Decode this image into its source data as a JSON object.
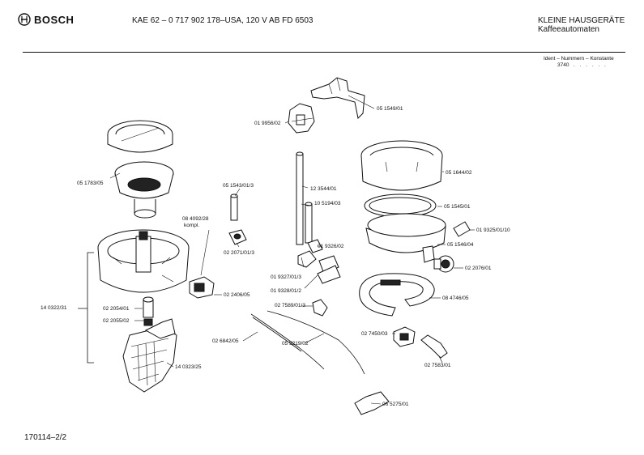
{
  "header": {
    "brand": "BOSCH",
    "model_line": "KAE 62 – 0 717 902 178–USA, 120 V AB FD 6503",
    "category": "KLEINE HAUSGERÄTE",
    "subcategory": "Kaffeeautomaten",
    "ident_label": "Ident – Nummern – Konstante",
    "ident_value": "3740"
  },
  "footer": {
    "page_id": "170114–2/2"
  },
  "labels": [
    {
      "id": "l01",
      "text": "05 1549/01"
    },
    {
      "id": "l02",
      "text": "01 9956/02"
    },
    {
      "id": "l03",
      "text": "05 1783/05"
    },
    {
      "id": "l04",
      "text": "05 1543/01/3"
    },
    {
      "id": "l05",
      "text": "12 3544/01"
    },
    {
      "id": "l06",
      "text": "10 5194/03"
    },
    {
      "id": "l07",
      "text": "05 1644/02"
    },
    {
      "id": "l08",
      "text": "05 1545/01"
    },
    {
      "id": "l09",
      "text": "01 9325/01/10"
    },
    {
      "id": "l10",
      "text": "05 1546/04"
    },
    {
      "id": "l11",
      "text": "08 4092/28"
    },
    {
      "id": "l12",
      "text": "kompl."
    },
    {
      "id": "l13",
      "text": "02 2071/01/3"
    },
    {
      "id": "l14",
      "text": "01 9326/02"
    },
    {
      "id": "l15",
      "text": "01 9327/01/3"
    },
    {
      "id": "l16",
      "text": "02 2076/01"
    },
    {
      "id": "l17",
      "text": "14 0322/31"
    },
    {
      "id": "l18",
      "text": "02 2406/05"
    },
    {
      "id": "l19",
      "text": "01 9328/01/2"
    },
    {
      "id": "l20",
      "text": "08 4746/05"
    },
    {
      "id": "l21",
      "text": "02 2054/01"
    },
    {
      "id": "l22",
      "text": "02 2055/02"
    },
    {
      "id": "l23",
      "text": "02 7589/01/3"
    },
    {
      "id": "l24",
      "text": "02 7450/03"
    },
    {
      "id": "l25",
      "text": "02 6842/05"
    },
    {
      "id": "l26",
      "text": "05 5219/02"
    },
    {
      "id": "l27",
      "text": "14 0323/25"
    },
    {
      "id": "l28",
      "text": "02 7583/01"
    },
    {
      "id": "l29",
      "text": "06 5275/01"
    }
  ]
}
